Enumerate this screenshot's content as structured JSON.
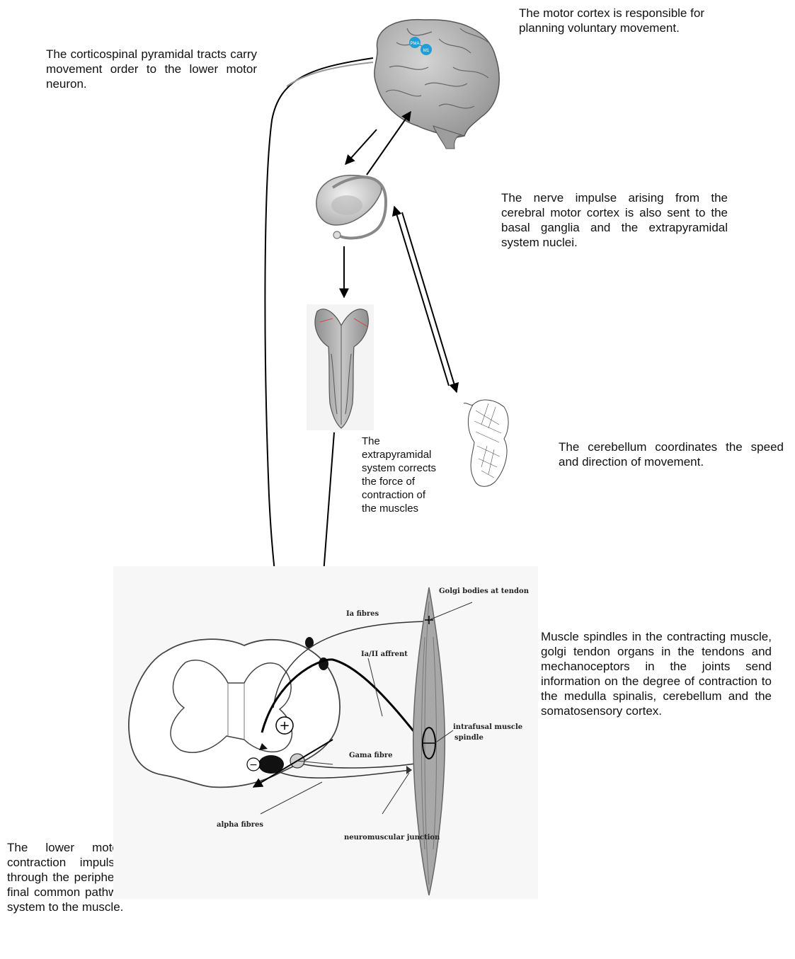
{
  "annotations": {
    "motor_cortex": "The motor cortex is responsible for planning voluntary movement.",
    "corticospinal": "The corticospinal pyramidal tracts carry movement order to the lower motor neuron.",
    "basal_ganglia": "The nerve impulse arising from the cerebral motor cortex is also sent to the basal ganglia and the extrapyramidal system nuclei.",
    "cerebellum": "The cerebellum coordinates the speed and direction of movement.",
    "extrapyramidal": "The extrapyramidal system corrects the force of contraction of the muscles",
    "spindles": "Muscle spindles in the contracting muscle, golgi tendon organs in the tendons and mechanoceptors in the joints send information on the degree of contraction to the medulla spinalis, cerebellum and the somatosensory cortex.",
    "lower_motor_neuron": "The lower motor neuron sends contraction impulse to the muscle through the peripheral nerve. This is the final common pathway from the nervous system to the muscle."
  },
  "brain_labels": {
    "pma": "PMA",
    "m1": "M1"
  },
  "spinal_labels": {
    "golgi": "Golgi bodies at tendon",
    "ia_fibres": "Ia fibres",
    "ia_ii_afferent": "Ia/II affrent",
    "intrafusal": "intrafusal muscle",
    "spindle": "spindle",
    "gama": "Gama fibre",
    "neuromuscular": "neuromuscular junction",
    "alpha": "alpha fibres",
    "plus": "+",
    "minus": "−"
  },
  "colors": {
    "line": "#000000",
    "tissue": "#9a9a9a",
    "muscle": "#a8a8a8",
    "accent": "#1e9fd6"
  }
}
